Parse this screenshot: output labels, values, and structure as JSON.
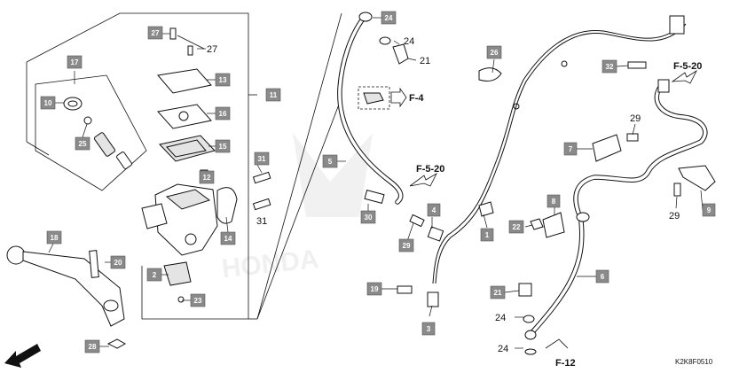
{
  "diagram": {
    "code": "K2K8F0510",
    "direction_label": "FR.",
    "refs": {
      "f4": "F-4",
      "f520_center": "F-5-20",
      "f520_right": "F-5-20",
      "f12": "F-12"
    },
    "plain_labels": {
      "p27b": "27",
      "p24a": "24",
      "p21a": "21",
      "p29a": "29",
      "p31a": "31",
      "p29b": "29",
      "p24b": "24",
      "p24c": "24"
    },
    "callouts": {
      "c27": "27",
      "c17": "17",
      "c10": "10",
      "c25": "25",
      "c13": "13",
      "c16": "16",
      "c15": "15",
      "c11": "11",
      "c12": "12",
      "c31": "31",
      "c14": "14",
      "c18": "18",
      "c20": "20",
      "c2": "2",
      "c23": "23",
      "c28": "28",
      "c24": "24",
      "c5": "5",
      "c30": "30",
      "c4": "4",
      "c29": "29",
      "c19": "19",
      "c3": "3",
      "c26": "26",
      "c1": "1",
      "c32": "32",
      "c7": "7",
      "c8": "8",
      "c22": "22",
      "c6": "6",
      "c21": "21",
      "c9": "9"
    }
  }
}
